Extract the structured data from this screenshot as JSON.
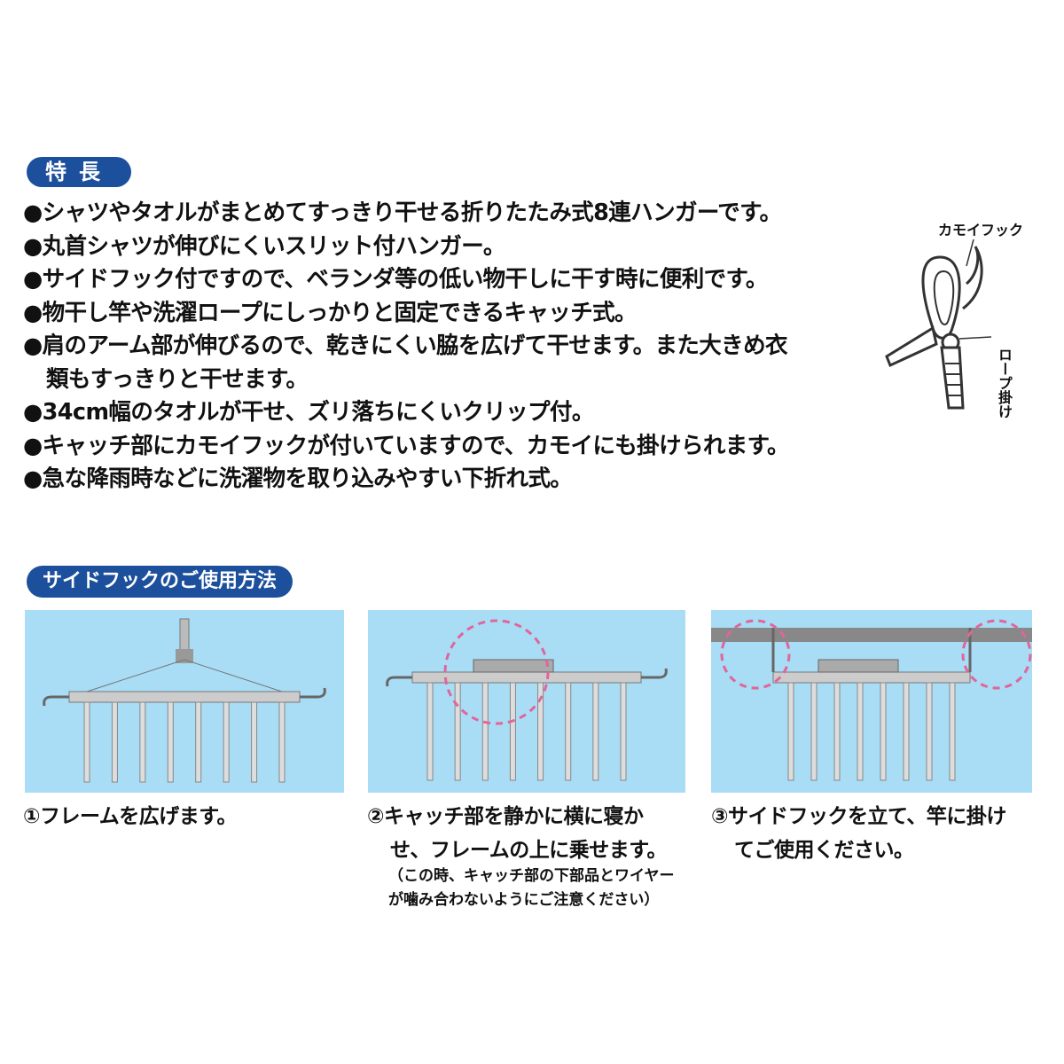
{
  "features": {
    "heading": "特長",
    "items": [
      "●シャツやタオルがまとめてすっきり干せる折りたたみ式8連ハンガーです。",
      "●丸首シャツが伸びにくいスリット付ハンガー。",
      "●サイドフック付ですので、ベランダ等の低い物干しに干す時に便利です。",
      "●物干し竿や洗濯ロープにしっかりと固定できるキャッチ式。",
      "●肩のアーム部が伸びるので、乾きにくい脇を広げて干せます。また大きめ衣",
      "●34cm幅のタオルが干せ、ズリ落ちにくいクリップ付。",
      "●キャッチ部にカモイフックが付いていますので、カモイにも掛けられます。",
      "●急な降雨時などに洗濯物を取り込みやすい下折れ式。"
    ],
    "item5_continued": "類もすっきりと干せます。"
  },
  "clip_diagram": {
    "kamoi_hook_label": "カモイフック",
    "rope_hook_label": "ロープ掛け"
  },
  "usage": {
    "heading": "サイドフックのご使用方法",
    "steps": [
      {
        "line1": "①フレームを広げます。"
      },
      {
        "line1": "②キャッチ部を静かに横に寝か",
        "line2": "せ、フレームの上に乗せます。",
        "note1": "（この時、キャッチ部の下部品とワイヤー",
        "note2": "が噛み合わないようにご注意ください）"
      },
      {
        "line1": "③サイドフックを立て、竿に掛け",
        "line2": "てご使用ください。"
      }
    ]
  },
  "colors": {
    "heading_pill": "#1c4f9c",
    "panel_bg": "#a9dcf5",
    "highlight_circle": "#e0669a"
  }
}
